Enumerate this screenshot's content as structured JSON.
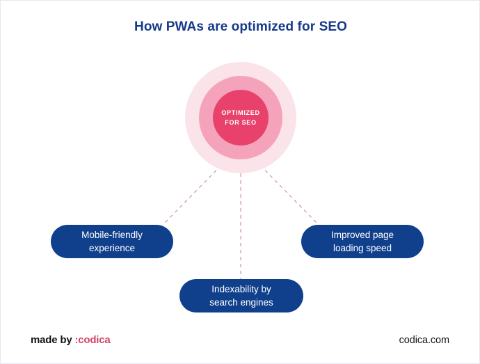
{
  "page": {
    "title": "How PWAs are optimized for SEO",
    "background_color": "#ffffff",
    "border_color": "#e7e8ee"
  },
  "center": {
    "label": "OPTIMIZED\nFOR SEO",
    "colors": {
      "inner": "#e8416c",
      "middle": "#f4a3bb",
      "outer": "#fbe3ea"
    }
  },
  "connectors": {
    "color": "#c08098",
    "style": "dashed"
  },
  "nodes": [
    {
      "id": "mobile-friendly",
      "label": "Mobile-friendly\nexperience"
    },
    {
      "id": "indexability",
      "label": "Indexability by\nsearch engines"
    },
    {
      "id": "page-speed",
      "label": "Improved page\nloading speed"
    }
  ],
  "node_color": "#10408c",
  "footer": {
    "made_by": "made by ",
    "brand": ":codica",
    "website": "codica.com"
  }
}
